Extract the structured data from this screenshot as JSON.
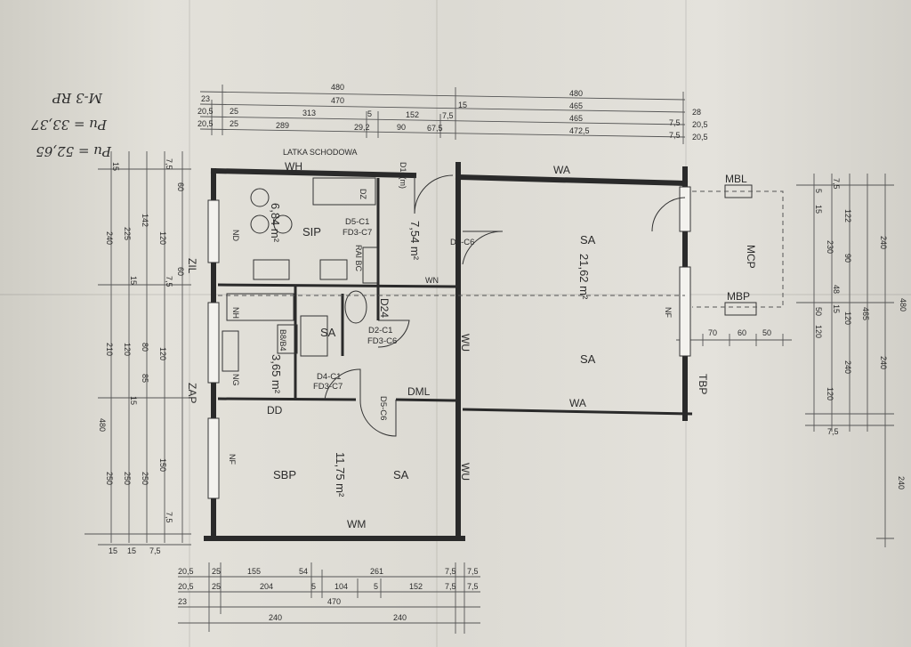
{
  "handwritten": {
    "line1": "M-3 RP",
    "line2": "Pu = 33,37",
    "line3": "Pu = 52,65"
  },
  "header": {
    "staircase": "LATKA SCHODOWA"
  },
  "top_dims": {
    "row1": [
      "480",
      "480"
    ],
    "row2": [
      "23",
      "470",
      "15",
      "465",
      "28"
    ],
    "row3": [
      "20,5",
      "25",
      "313",
      "5",
      "152",
      "7,5",
      "465",
      "7,5",
      "20,5"
    ],
    "row4": [
      "20,5",
      "25",
      "289",
      "29,2",
      "90",
      "67,5",
      "472,5",
      "7,5",
      "20,5"
    ]
  },
  "bottom_dims": {
    "row1": [
      "20,5",
      "25",
      "155",
      "54",
      "261",
      "7,5",
      "7,5"
    ],
    "row2": [
      "20,5",
      "25",
      "204",
      "5",
      "104",
      "5",
      "152",
      "7,5",
      "7,5"
    ],
    "row3": [
      "23",
      "470"
    ],
    "row4": [
      "240",
      "240"
    ]
  },
  "left_dims": {
    "col1": [
      "240",
      "210",
      "480",
      "250"
    ],
    "col2": [
      "225",
      "120",
      "250"
    ],
    "col3": [
      "142",
      "80",
      "85",
      "250"
    ],
    "col4": [
      "120",
      "120",
      "150"
    ],
    "small": [
      "15",
      "7,5",
      "60",
      "15",
      "7,5",
      "60",
      "15",
      "7,5",
      "15",
      "15",
      "7,5"
    ]
  },
  "right_dims": {
    "col1": [
      "240",
      "240",
      "480",
      "240"
    ],
    "col2": [
      "465"
    ],
    "col3": [
      "122",
      "90",
      "230",
      "120",
      "240",
      "120"
    ],
    "small": [
      "5",
      "15",
      "7,5",
      "15",
      "48",
      "50",
      "120",
      "7,5"
    ],
    "bal": [
      "70",
      "60",
      "50"
    ]
  },
  "rooms": [
    {
      "code": "SA",
      "area": "21,62 m²"
    },
    {
      "code": "SBP",
      "area": "11,75 m²"
    },
    {
      "code": "SIP",
      "area": "6,84 m²"
    },
    {
      "code": "",
      "area": "7,54 m²"
    },
    {
      "code": "",
      "area": "3,65 m²"
    }
  ],
  "labels": {
    "wh": "WH",
    "wa_top": "WA",
    "wa_mid": "WA",
    "wm": "WM",
    "wu1": "WU",
    "wu2": "WU",
    "wn": "WN",
    "dml": "DML",
    "dd": "DD",
    "zap": "ZAP",
    "tbp": "TBP",
    "mbl": "MBL",
    "mbp": "MBP",
    "mcp": "MCP",
    "nf1": "NF",
    "nf2": "NF",
    "nd": "ND",
    "nh": "NH",
    "ng": "NG",
    "dz": "DZ",
    "d24": "D24",
    "bb": "B8/B4",
    "zil": "ZIL",
    "sa2": "SA",
    "sa3": "SA",
    "sa4": "SA",
    "rai": "RAI BC",
    "d10": "D10(m)"
  },
  "door_codes": {
    "d5a": "D5-C1",
    "fd3a": "FD3-C7",
    "d6": "D6-C6",
    "d2": "D2-C1",
    "fd3b": "FD3-C6",
    "d4": "D4-C1",
    "fd3c": "FD3-C7",
    "d5b": "D5-C6"
  }
}
